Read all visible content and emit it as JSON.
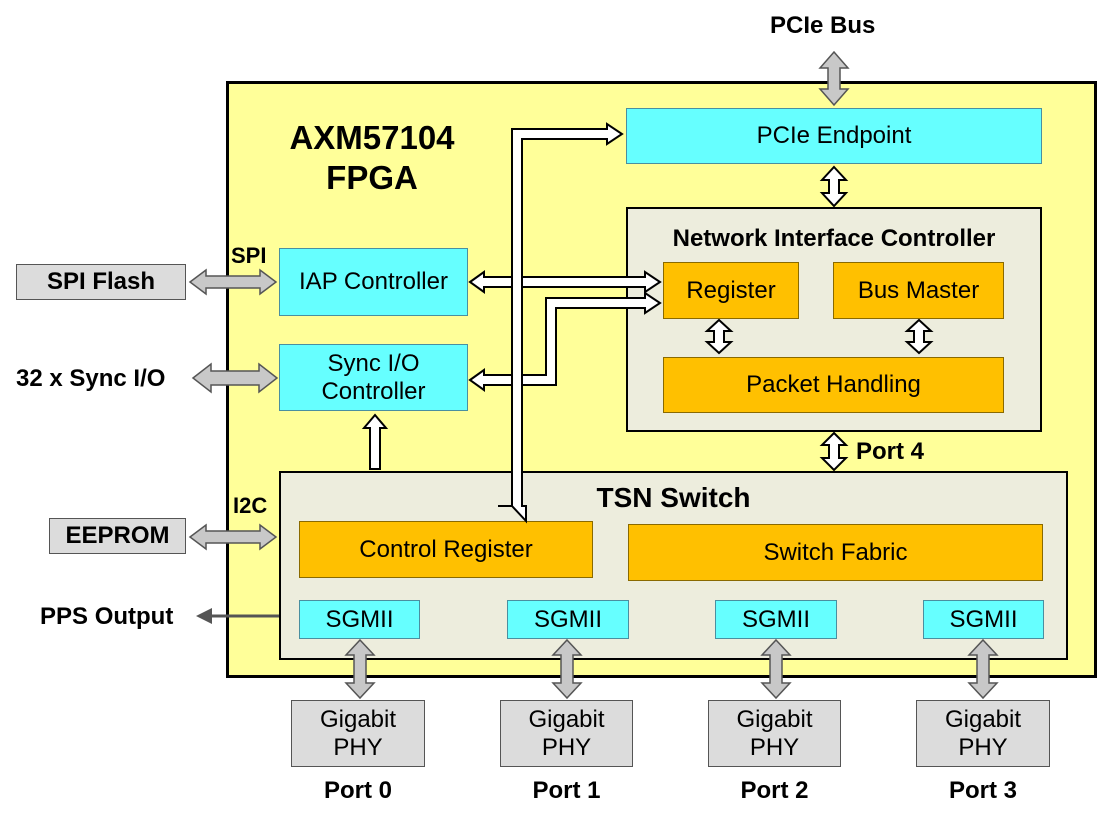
{
  "top": {
    "pcie_bus": "PCIe Bus"
  },
  "fpga": {
    "title_line1": "AXM57104",
    "title_line2": "FPGA"
  },
  "blocks": {
    "pcie_endpoint": "PCIe Endpoint",
    "iap_controller": "IAP Controller",
    "sync_io_line1": "Sync I/O",
    "sync_io_line2": "Controller"
  },
  "nic": {
    "title": "Network Interface Controller",
    "register": "Register",
    "bus_master": "Bus Master",
    "packet_handling": "Packet Handling"
  },
  "tsn": {
    "title": "TSN Switch",
    "control_register": "Control Register",
    "switch_fabric": "Switch Fabric",
    "sgmii": [
      "SGMII",
      "SGMII",
      "SGMII",
      "SGMII"
    ]
  },
  "external": {
    "spi_flash": "SPI Flash",
    "spi": "SPI",
    "sync_io": "32 x Sync I/O",
    "eeprom": "EEPROM",
    "i2c": "I2C",
    "pps_output": "PPS Output",
    "port4": "Port 4"
  },
  "phys": [
    {
      "line1": "Gigabit",
      "line2": "PHY",
      "port": "Port 0"
    },
    {
      "line1": "Gigabit",
      "line2": "PHY",
      "port": "Port 1"
    },
    {
      "line1": "Gigabit",
      "line2": "PHY",
      "port": "Port 2"
    },
    {
      "line1": "Gigabit",
      "line2": "PHY",
      "port": "Port 3"
    }
  ],
  "colors": {
    "fpga_fill": "#ffff99",
    "cyan_block": "#66ffff",
    "orange_block": "#ffc000",
    "panel_fill": "#ededdd",
    "gray_block": "#dcdcdc"
  }
}
